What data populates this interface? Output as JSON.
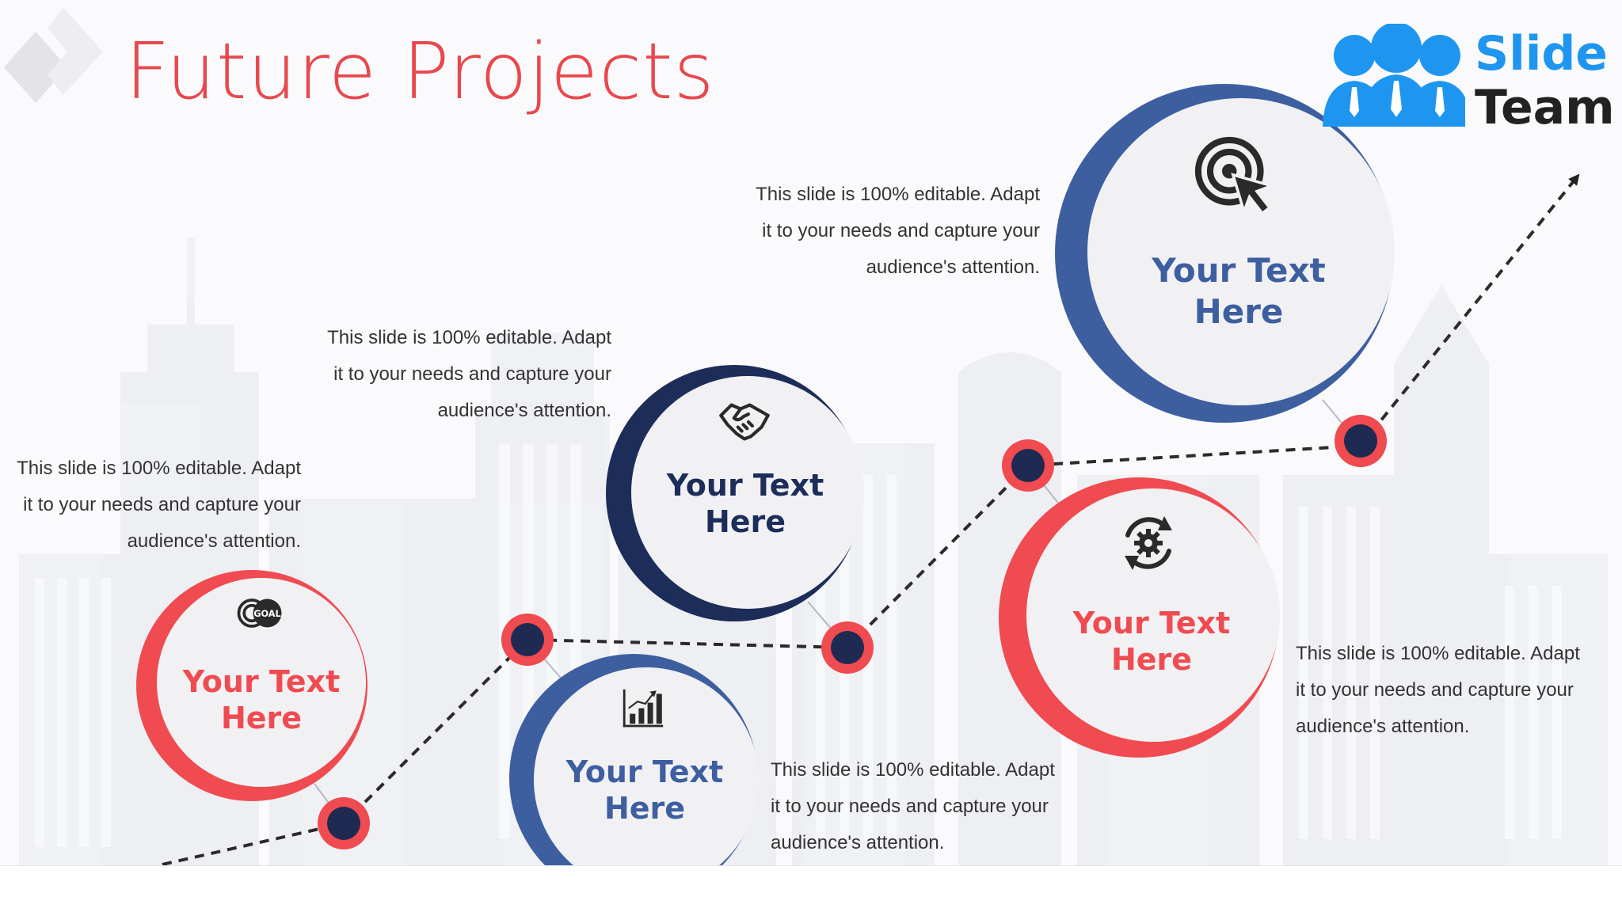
{
  "slide": {
    "title": "Future Projects",
    "logo": {
      "line1": "Slide",
      "line2": "Team"
    },
    "colors": {
      "title_red": "#e8484d",
      "red": "#ef4b50",
      "blue": "#3d5fa0",
      "navy": "#1d2d5a",
      "dark_dot": "#1e2a52",
      "circle_fill": "#f1f1f4",
      "logo_blue": "#1e96f0",
      "logo_dark": "#222222",
      "text_dark": "#333333",
      "icon_dark": "#2a2a2a"
    },
    "steps": [
      {
        "label_line1": "Your Text",
        "label_line2": "Here",
        "icon": "goal-icon",
        "icon_text": "GOAL",
        "color": "red",
        "desc": [
          "This slide is 100% editable. Adapt",
          "it to your needs and capture your",
          "audience's attention."
        ]
      },
      {
        "label_line1": "Your Text",
        "label_line2": "Here",
        "icon": "bar-chart-growth-icon",
        "color": "blue",
        "desc": [
          "This slide is 100% editable. Adapt",
          "it to your needs and capture your",
          "audience's attention."
        ]
      },
      {
        "label_line1": "Your Text",
        "label_line2": "Here",
        "icon": "handshake-icon",
        "color": "navy",
        "desc": [
          "This slide is 100% editable. Adapt",
          "it to your needs and capture your",
          "audience's attention."
        ]
      },
      {
        "label_line1": "Your Text",
        "label_line2": "Here",
        "icon": "gear-refresh-icon",
        "color": "red",
        "desc": [
          "This slide is 100% editable. Adapt",
          "it to your needs and capture your",
          "audience's attention."
        ]
      },
      {
        "label_line1": "Your Text",
        "label_line2": "Here",
        "icon": "target-cursor-icon",
        "color": "blue",
        "desc": [
          "This slide is 100% editable. Adapt",
          "it to your needs and capture your",
          "audience's attention."
        ]
      }
    ]
  }
}
